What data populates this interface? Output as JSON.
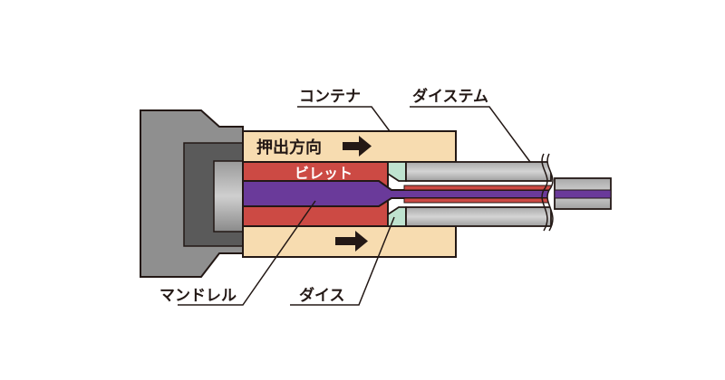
{
  "labels": {
    "container": "コンテナ",
    "die_stem": "ダイステム",
    "direction": "押出方向",
    "billet": "ビレット",
    "mandrel": "マンドレル",
    "die": "ダイス"
  },
  "colors": {
    "container": "#f7dcb0",
    "billet": "#cc4a44",
    "mandrel": "#6a3a9a",
    "ram": "#8f8f8f",
    "ram_inner": "#b8b8b8",
    "die": "#bfe3cf",
    "stem": "#b9b9b9",
    "outline": "#231815"
  },
  "icons": [
    "arrow-right-icon",
    "arrow-right-icon"
  ]
}
